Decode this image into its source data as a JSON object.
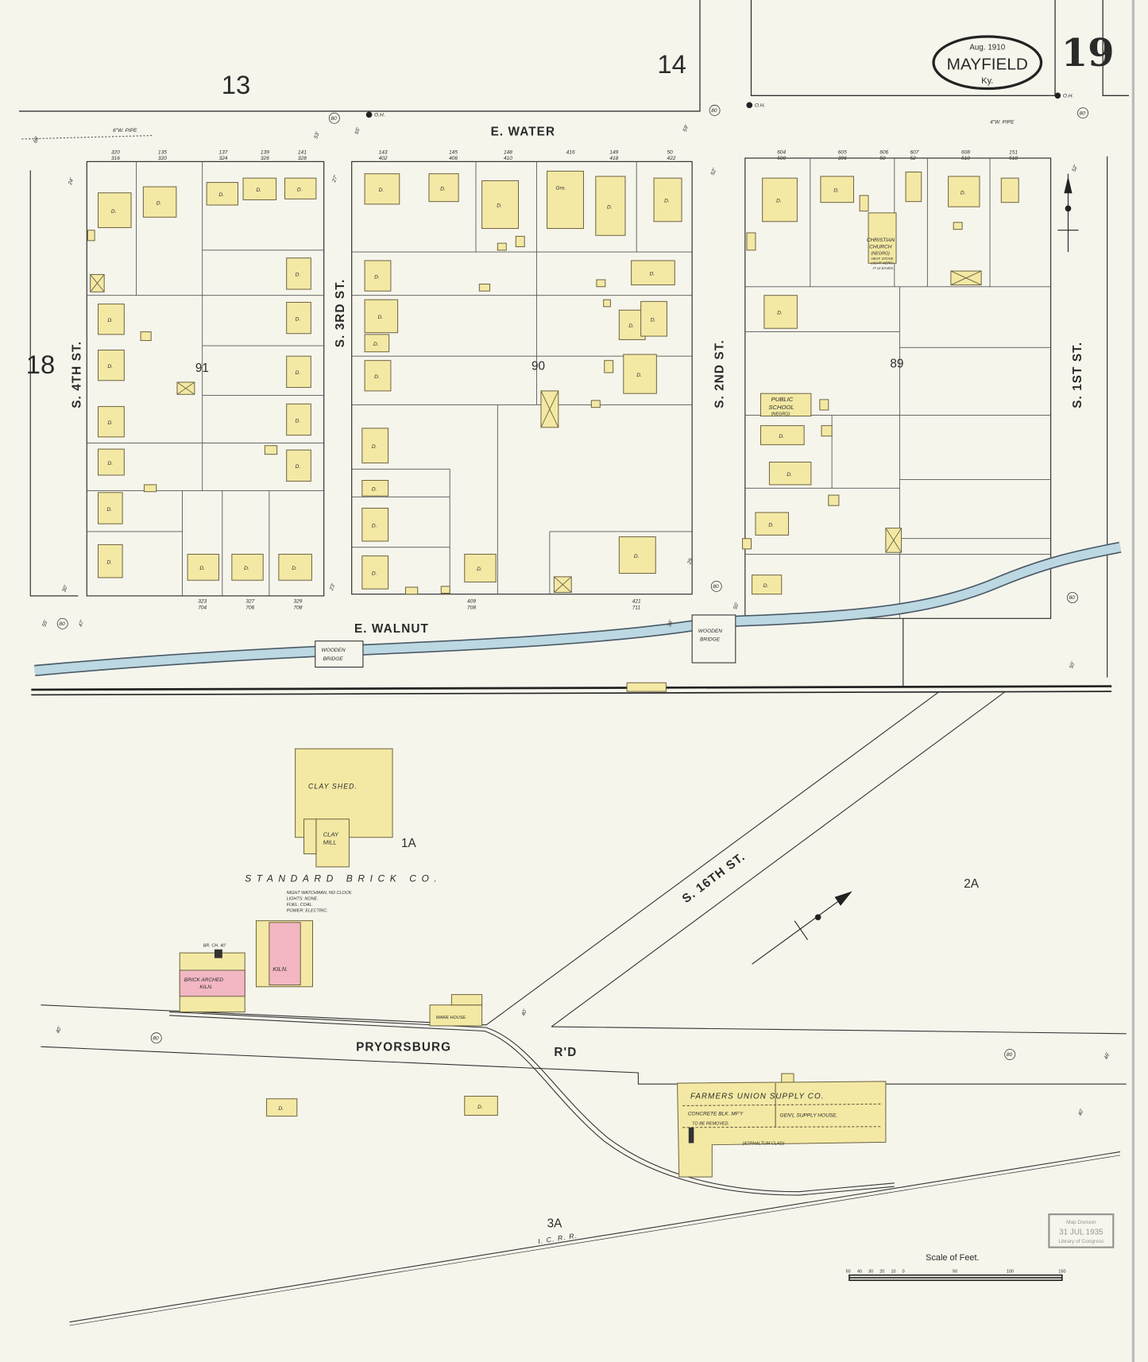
{
  "cartouche": {
    "date": "Aug. 1910",
    "city": "MAYFIELD",
    "state": "Ky."
  },
  "sheet_number": "19",
  "adjoining_sheets": [
    "13",
    "14",
    "18"
  ],
  "streets": {
    "water": "E. WATER",
    "walnut": "E. WALNUT",
    "s4th": "S. 4TH ST.",
    "s3rd": "S. 3RD ST.",
    "s2nd": "S. 2ND ST.",
    "s1st": "S. 1ST ST.",
    "s16th": "S. 16TH ST.",
    "pryorsburg": "PRYORSBURG",
    "rd": "R'D",
    "icrr": "I.   C.   R.   R."
  },
  "blocks": [
    "91",
    "90",
    "89",
    "1A",
    "2A",
    "3A"
  ],
  "pipes": {
    "left": "6\"W. PIPE",
    "right": "4\"W. PIPE",
    "oh": "O.H."
  },
  "hydrant_size": "80",
  "frontages": [
    "24'",
    "27'",
    "52'",
    "52'",
    "30'",
    "23'",
    "50'",
    "50'",
    "55'",
    "47'",
    "40'",
    "40'",
    "40'",
    "46'",
    "29",
    "59'",
    "53'",
    "55'",
    "36'",
    "60'"
  ],
  "house_numbers_top": [
    "320 316",
    "135 320",
    "137 324",
    "139 326",
    "141 328",
    "143 402",
    "145 406",
    "148 410",
    "416",
    "149 418",
    "50 422",
    "604 500",
    "605 396",
    "606 50",
    "607 52",
    "608 510",
    "151 518"
  ],
  "house_numbers_bottom": [
    "323 704",
    "327 706",
    "329 708",
    "409 708",
    "421 711"
  ],
  "dwelling_label": "D.",
  "buildings": {
    "grocery": "Gro.",
    "church": [
      "CHRISTIAN",
      "CHURCH",
      "(NEGRO)",
      "HEAT: STOVE",
      "LIGHT: KERO.",
      "IT 14 EAVES."
    ],
    "school": [
      "PUBLIC",
      "SCHOOL",
      "(NEGRO)"
    ],
    "bridge": [
      "WOODEN",
      "BRIDGE"
    ],
    "clay_shed": "CLAY SHED.",
    "clay_mill": [
      "CLAY",
      "MILL"
    ],
    "kiln": "KILN.",
    "brick_kiln": [
      "BRICK ARCHED",
      "KILN."
    ],
    "chimney": "BR. CH. 40'",
    "ware_house": "WARE HOUSE.",
    "company": "STANDARD   BRICK   CO.",
    "company_notes": [
      "NIGHT WATCHMAN, NO CLOCK.",
      "LIGHTS: NONE.",
      "FUEL: COAL.",
      "POWER: ELECTRIC."
    ],
    "farmers": "FARMERS UNION SUPPLY CO.",
    "concrete": "CONCRETE BLK. MF'Y",
    "removed": "TO BE REMOVED.",
    "supply": "GEN'L SUPPLY HOUSE.",
    "asphalt": "(ASPHALTUM CLAD)"
  },
  "scale": {
    "title": "Scale of Feet.",
    "ticks": [
      "50",
      "40",
      "30",
      "20",
      "10",
      "0",
      "50",
      "100",
      "150"
    ]
  },
  "stamp": [
    "Map Division",
    "31 JUL 1935",
    "Library of Congress"
  ],
  "colors": {
    "frame": "#f3e9a4",
    "brick": "#f2b7c3",
    "creek": "#bcd8e2",
    "paper": "#f6f5ec"
  }
}
